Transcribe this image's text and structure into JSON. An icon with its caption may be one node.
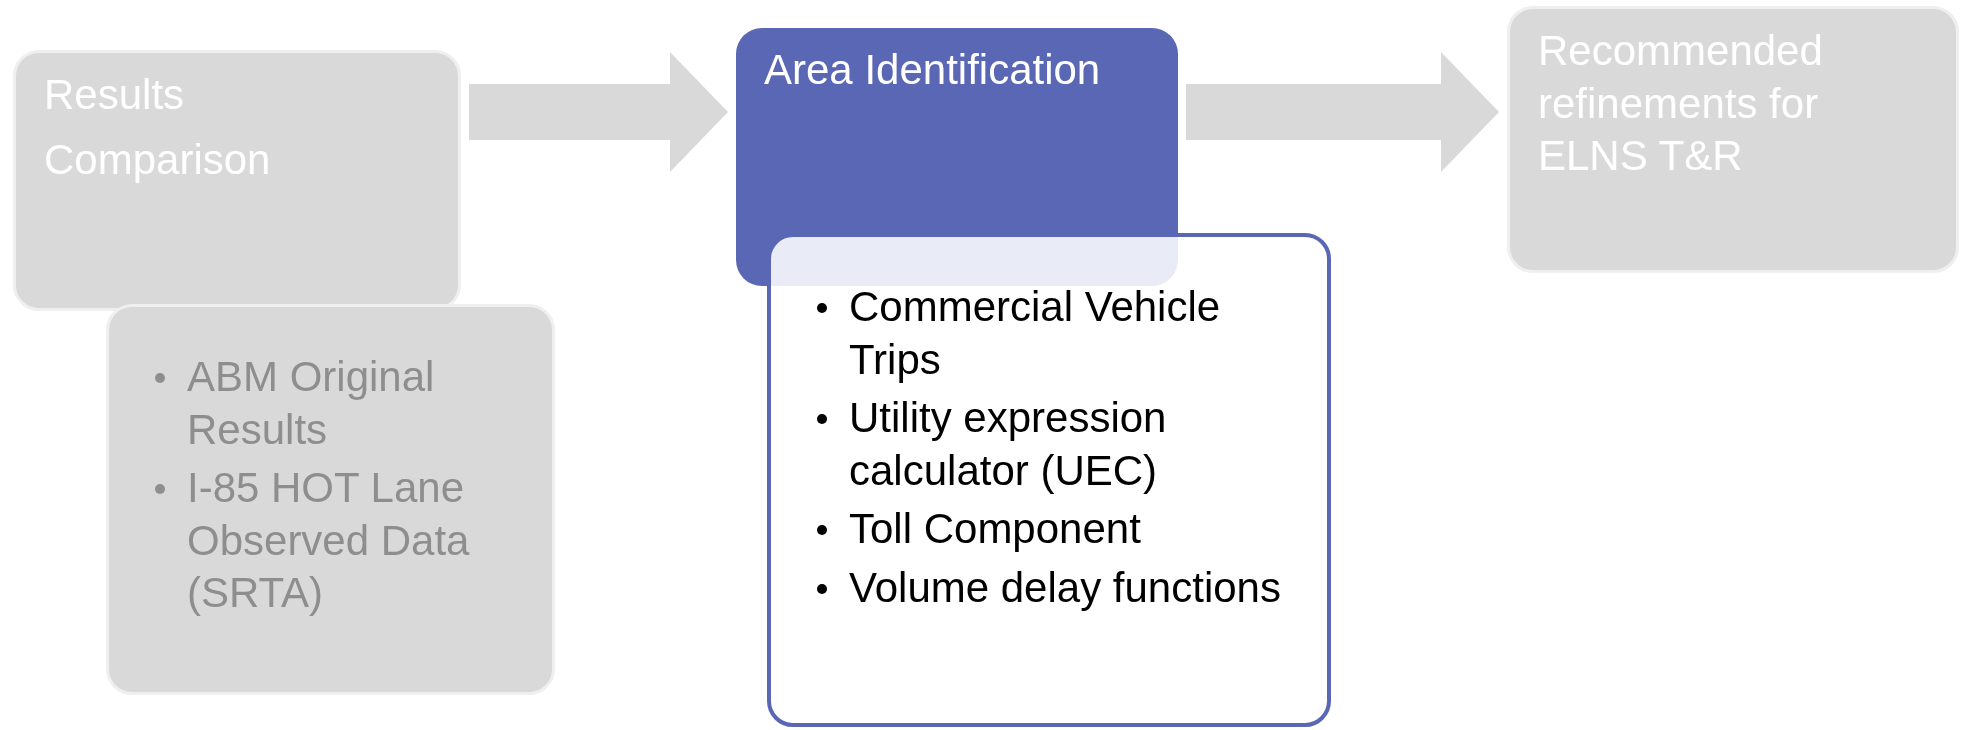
{
  "diagram": {
    "nodes": [
      {
        "text": [
          "Results",
          "Comparison"
        ]
      },
      {
        "text": [
          "ABM Original Results",
          "I-85 HOT Lane Observed Data (SRTA)"
        ]
      },
      {
        "text": [
          "Area Identification"
        ]
      },
      {
        "text": [
          "Commercial Vehicle Trips",
          "Utility expression calculator (UEC)",
          "Toll Component",
          "Volume delay functions"
        ]
      },
      {
        "text": [
          "Recommended refinements for ELNS T&R"
        ]
      }
    ],
    "edges": [
      {
        "from": 0,
        "to": 2,
        "arrow": "to"
      },
      {
        "from": 2,
        "to": 4,
        "arrow": "to"
      }
    ]
  }
}
